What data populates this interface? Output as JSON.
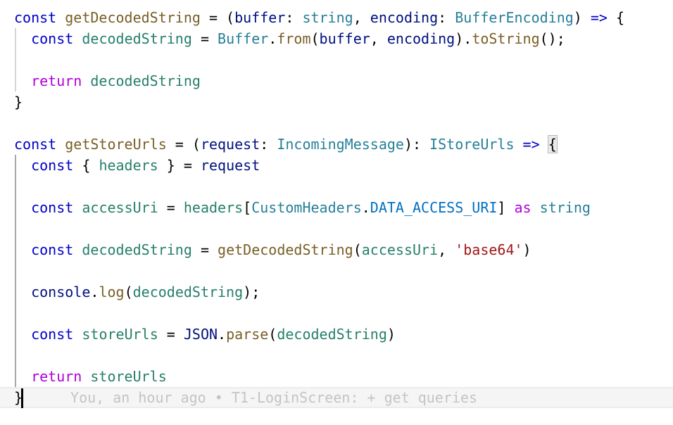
{
  "editor": {
    "lines": [
      [
        [
          "const",
          "kw"
        ],
        [
          " ",
          "pun"
        ],
        [
          "getDecodedString",
          "fn"
        ],
        [
          " = (",
          "pun"
        ],
        [
          "buffer",
          "param"
        ],
        [
          ": ",
          "pun"
        ],
        [
          "string",
          "type"
        ],
        [
          ", ",
          "pun"
        ],
        [
          "encoding",
          "param"
        ],
        [
          ": ",
          "pun"
        ],
        [
          "BufferEncoding",
          "type"
        ],
        [
          ") ",
          "pun"
        ],
        [
          "=>",
          "kw"
        ],
        [
          " {",
          "pun"
        ]
      ],
      [
        [
          "  ",
          "pun"
        ],
        [
          "const",
          "kw"
        ],
        [
          " ",
          "pun"
        ],
        [
          "decodedString",
          "var"
        ],
        [
          " = ",
          "pun"
        ],
        [
          "Buffer",
          "type"
        ],
        [
          ".",
          "pun"
        ],
        [
          "from",
          "fn"
        ],
        [
          "(",
          "pun"
        ],
        [
          "buffer",
          "param"
        ],
        [
          ", ",
          "pun"
        ],
        [
          "encoding",
          "param"
        ],
        [
          ").",
          "pun"
        ],
        [
          "toString",
          "fn"
        ],
        [
          "();",
          "pun"
        ]
      ],
      [],
      [
        [
          "  ",
          "pun"
        ],
        [
          "return",
          "ret"
        ],
        [
          " ",
          "pun"
        ],
        [
          "decodedString",
          "var"
        ]
      ],
      [
        [
          "}",
          "pun"
        ]
      ],
      [],
      [
        [
          "const",
          "kw"
        ],
        [
          " ",
          "pun"
        ],
        [
          "getStoreUrls",
          "fn"
        ],
        [
          " = (",
          "pun"
        ],
        [
          "request",
          "param"
        ],
        [
          ": ",
          "pun"
        ],
        [
          "IncomingMessage",
          "type"
        ],
        [
          "): ",
          "pun"
        ],
        [
          "IStoreUrls",
          "type"
        ],
        [
          " ",
          "pun"
        ],
        [
          "=>",
          "kw"
        ],
        [
          " ",
          "pun"
        ],
        [
          "{",
          "bracket"
        ]
      ],
      [
        [
          "  ",
          "pun"
        ],
        [
          "const",
          "kw"
        ],
        [
          " { ",
          "pun"
        ],
        [
          "headers",
          "var"
        ],
        [
          " } = ",
          "pun"
        ],
        [
          "request",
          "param"
        ]
      ],
      [],
      [
        [
          "  ",
          "pun"
        ],
        [
          "const",
          "kw"
        ],
        [
          " ",
          "pun"
        ],
        [
          "accessUri",
          "var"
        ],
        [
          " = ",
          "pun"
        ],
        [
          "headers",
          "var"
        ],
        [
          "[",
          "pun"
        ],
        [
          "CustomHeaders",
          "type"
        ],
        [
          ".",
          "pun"
        ],
        [
          "DATA_ACCESS_URI",
          "const"
        ],
        [
          "] ",
          "pun"
        ],
        [
          "as",
          "ret"
        ],
        [
          " ",
          "pun"
        ],
        [
          "string",
          "type"
        ]
      ],
      [],
      [
        [
          "  ",
          "pun"
        ],
        [
          "const",
          "kw"
        ],
        [
          " ",
          "pun"
        ],
        [
          "decodedString",
          "var"
        ],
        [
          " = ",
          "pun"
        ],
        [
          "getDecodedString",
          "fn"
        ],
        [
          "(",
          "pun"
        ],
        [
          "accessUri",
          "var"
        ],
        [
          ", ",
          "pun"
        ],
        [
          "'base64'",
          "str"
        ],
        [
          ")",
          "pun"
        ]
      ],
      [],
      [
        [
          "  ",
          "pun"
        ],
        [
          "console",
          "param"
        ],
        [
          ".",
          "pun"
        ],
        [
          "log",
          "fn"
        ],
        [
          "(",
          "pun"
        ],
        [
          "decodedString",
          "var"
        ],
        [
          ");",
          "pun"
        ]
      ],
      [],
      [
        [
          "  ",
          "pun"
        ],
        [
          "const",
          "kw"
        ],
        [
          " ",
          "pun"
        ],
        [
          "storeUrls",
          "var"
        ],
        [
          " = ",
          "pun"
        ],
        [
          "JSON",
          "param"
        ],
        [
          ".",
          "pun"
        ],
        [
          "parse",
          "fn"
        ],
        [
          "(",
          "pun"
        ],
        [
          "decodedString",
          "var"
        ],
        [
          ")",
          "pun"
        ]
      ],
      [],
      [
        [
          "  ",
          "pun"
        ],
        [
          "return",
          "ret"
        ],
        [
          " ",
          "pun"
        ],
        [
          "storeUrls",
          "var"
        ]
      ],
      [
        [
          "}",
          "pun"
        ]
      ]
    ],
    "blame": "You, an hour ago • T1-LoginScreen: + get queries"
  }
}
